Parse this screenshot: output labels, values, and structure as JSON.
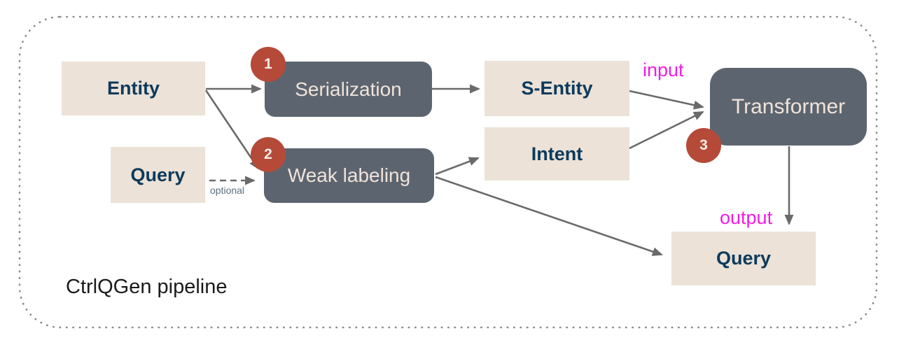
{
  "title": "CtrlQGen pipeline",
  "nodes": {
    "entity": {
      "label": "Entity",
      "type": "data"
    },
    "query_input": {
      "label": "Query",
      "type": "data"
    },
    "serialization": {
      "label": "Serialization",
      "type": "process",
      "step": "1"
    },
    "weak_labeling": {
      "label": "Weak labeling",
      "type": "process",
      "step": "2"
    },
    "s_entity": {
      "label": "S-Entity",
      "type": "data"
    },
    "intent": {
      "label": "Intent",
      "type": "data"
    },
    "transformer": {
      "label": "Transformer",
      "type": "process",
      "step": "3"
    },
    "query_output": {
      "label": "Query",
      "type": "data"
    }
  },
  "badges": {
    "step1": "1",
    "step2": "2",
    "step3": "3"
  },
  "annotations": {
    "optional": "optional",
    "input": "input",
    "output": "output"
  },
  "edges": [
    {
      "from": "entity",
      "to": "serialization",
      "style": "solid"
    },
    {
      "from": "entity",
      "to": "weak_labeling",
      "style": "solid"
    },
    {
      "from": "query_input",
      "to": "weak_labeling",
      "style": "dashed",
      "label": "optional"
    },
    {
      "from": "serialization",
      "to": "s_entity",
      "style": "solid"
    },
    {
      "from": "weak_labeling",
      "to": "intent",
      "style": "solid"
    },
    {
      "from": "weak_labeling",
      "to": "query_output",
      "style": "solid"
    },
    {
      "from": "s_entity",
      "to": "transformer",
      "style": "solid",
      "label": "input"
    },
    {
      "from": "intent",
      "to": "transformer",
      "style": "solid"
    },
    {
      "from": "transformer",
      "to": "query_output",
      "style": "solid",
      "label": "output"
    }
  ],
  "colors": {
    "data_box_bg": "#ece2d7",
    "data_box_text": "#0d3a5c",
    "process_box_bg": "#5c656f",
    "process_box_text": "#f0e3da",
    "badge_bg": "#b54a38",
    "badge_text": "#f8efe9",
    "annotation_magenta": "#f21ce5",
    "optional_text": "#5b7080",
    "arrow": "#6a6a6a",
    "border_dots": "#8a8a8a",
    "title_text": "#1b1b1b"
  }
}
